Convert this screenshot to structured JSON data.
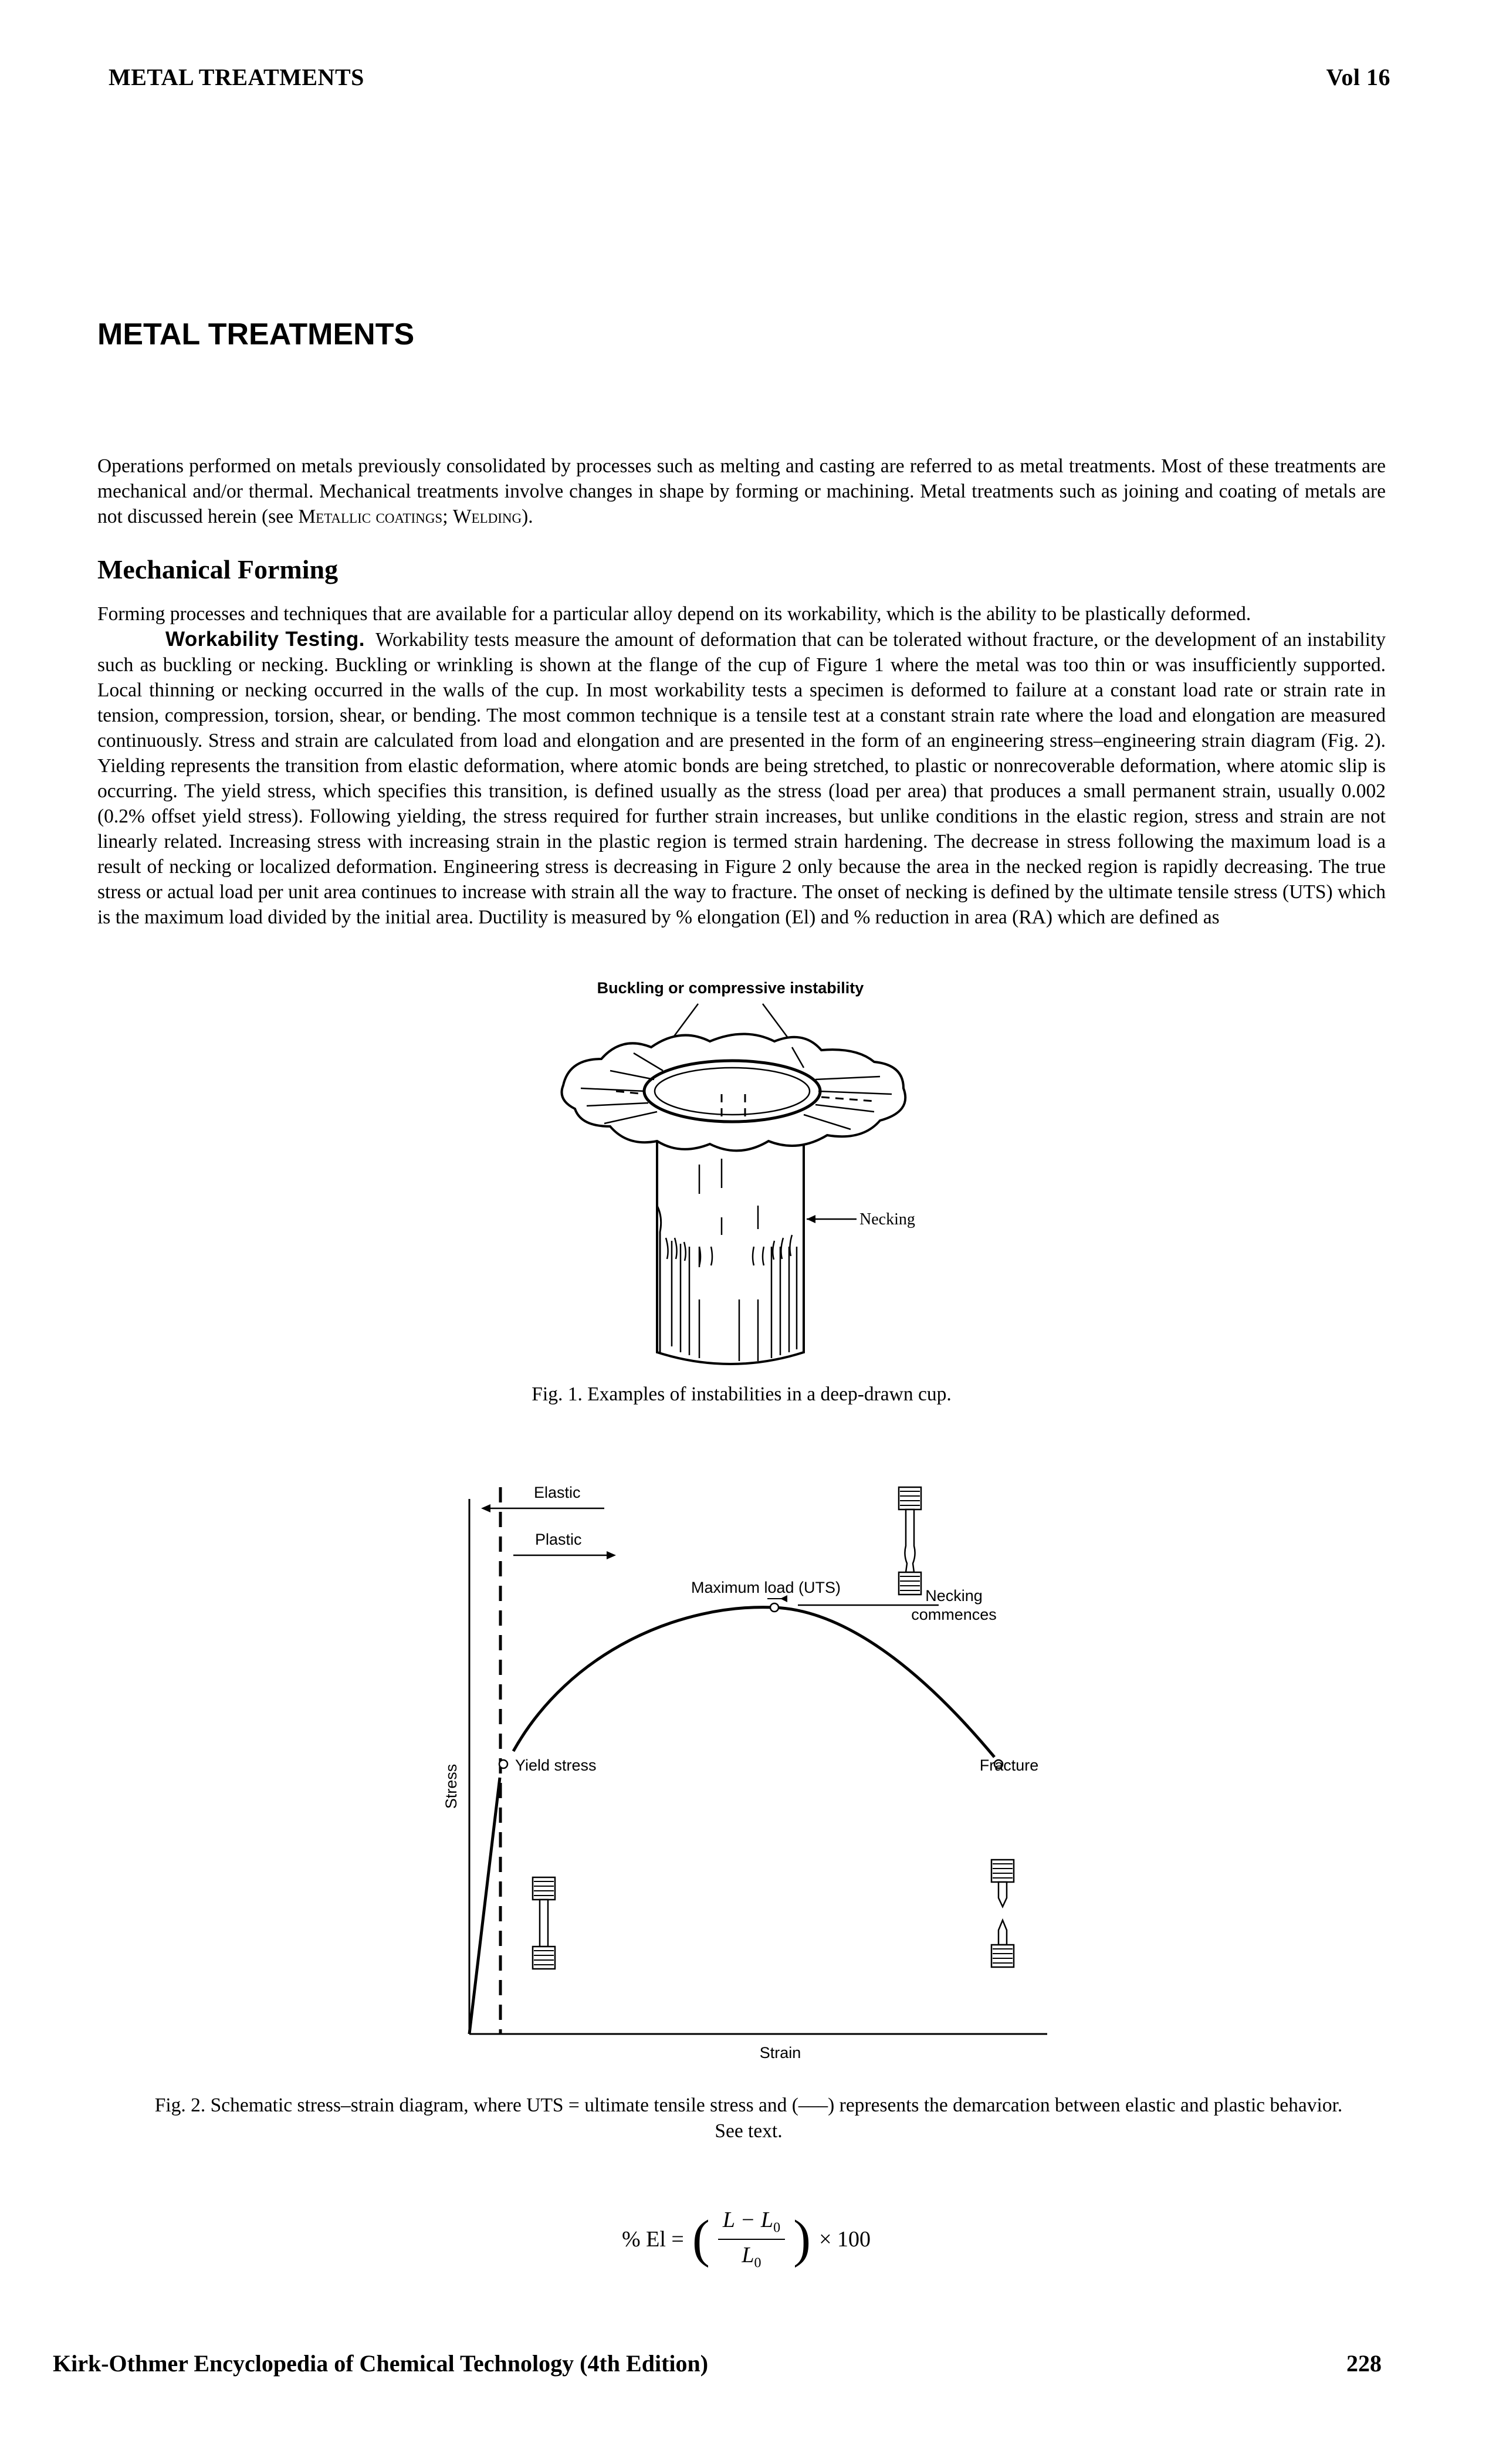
{
  "header": {
    "left": "METAL TREATMENTS",
    "right": "Vol 16"
  },
  "title": "METAL TREATMENTS",
  "intro": {
    "text_a": "Operations performed on metals previously consolidated by processes such as melting and casting are referred to as metal treatments. Most of these treatments are mechanical and/or thermal. Mechanical treatments involve changes in shape by forming or machining. Metal treatments such as joining and coating of metals are not discussed herein (see ",
    "link_1": "Metallic coatings",
    "sep": "; ",
    "link_2": "Welding",
    "text_b": ")."
  },
  "section": {
    "heading": "Mechanical Forming",
    "para_1": "Forming processes and techniques that are available for a particular alloy depend on its workability, which is the ability to be plastically deformed.",
    "runin": "Workability Testing.",
    "para_2": "Workability tests measure the amount of deformation that can be tolerated without fracture, or the development of an instability such as buckling or necking. Buckling or wrinkling is shown at the flange of the cup of Figure 1 where the metal was too thin or was insufficiently supported. Local thinning or necking occurred in the walls of the cup. In most workability tests a specimen is deformed to failure at a constant load rate or strain rate in tension, compression, torsion, shear, or bending. The most common technique is a tensile test at a constant strain rate where the load and elongation are measured continuously. Stress and strain are calculated from load and elongation and are presented in the form of an engineering stress–engineering strain diagram (Fig. 2). Yielding represents the transition from elastic deformation, where atomic bonds are being stretched, to plastic or nonrecoverable deformation, where atomic slip is occurring. The yield stress, which specifies this transition, is defined usually as the stress (load per area) that produces a small permanent strain, usually 0.002 (0.2% offset yield stress). Following yielding, the stress required for further strain increases, but unlike conditions in the elastic region, stress and strain are not linearly related. Increasing stress with increasing strain in the plastic region is termed strain hardening. The decrease in stress following the maximum load is a result of necking or localized deformation. Engineering stress is decreasing in Figure 2 only because the area in the necked region is rapidly decreasing. The true stress or actual load per unit area continues to increase with strain all the way to fracture. The onset of necking is defined by the ultimate tensile stress (UTS) which is the maximum load divided by the initial area. Ductility is measured by % elongation (El) and % reduction in area (RA) which are defined as"
  },
  "figure1": {
    "label_top": "Buckling or compressive instability",
    "label_necking": "Necking",
    "caption": "Fig. 1. Examples of instabilities in a deep-drawn cup."
  },
  "figure2": {
    "elastic": "Elastic",
    "plastic": "Plastic",
    "max_load": "Maximum load (UTS)",
    "necking_1": "Necking",
    "necking_2": "commences",
    "yield": "Yield stress",
    "fracture": "Fracture",
    "y_axis": "Stress",
    "x_axis": "Strain",
    "caption_1": "Fig. 2. Schematic stress–strain diagram, where UTS = ultimate tensile stress and (–––) represents the demarcation between elastic and plastic behavior.",
    "caption_2": "See text."
  },
  "formula": {
    "lhs": "% El =",
    "numerator": "L − L",
    "num_sub": "0",
    "denominator": "L",
    "den_sub": "0",
    "rhs": "× 100"
  },
  "footer": {
    "left": "Kirk-Othmer Encyclopedia of Chemical Technology (4th Edition)",
    "right": "228"
  }
}
